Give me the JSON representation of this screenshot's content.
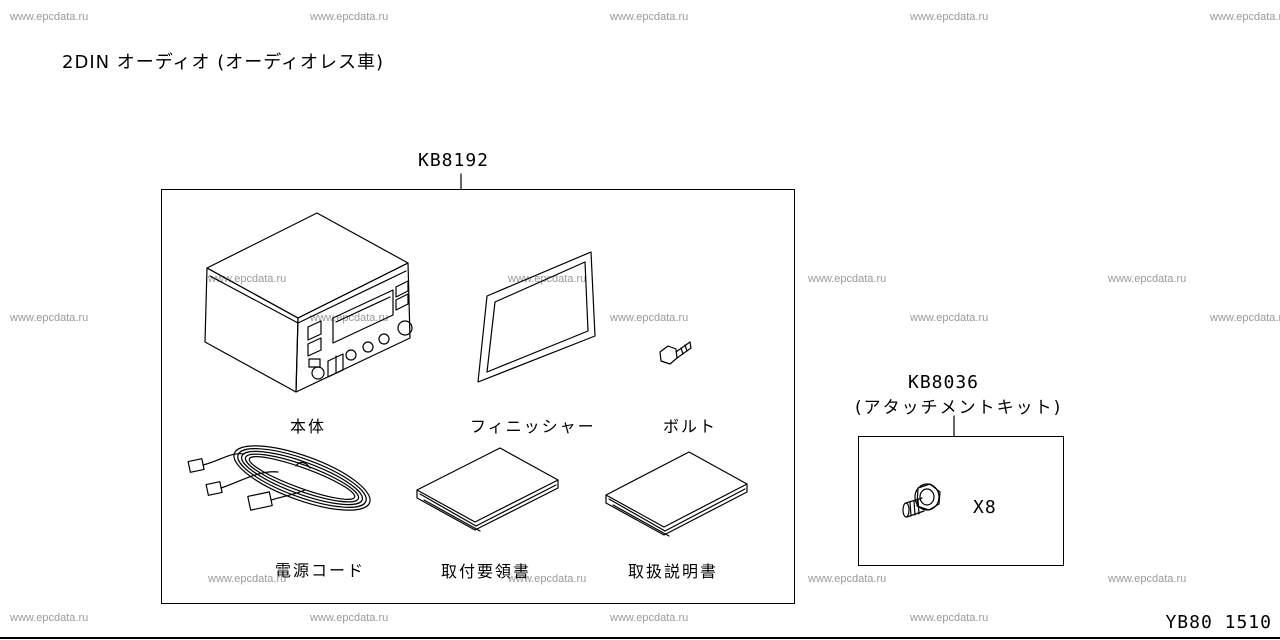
{
  "watermark": "www.epcdata.ru",
  "title": "2DIN オーディオ (オーディオレス車)",
  "kit_main": {
    "code": "KB8192",
    "items": {
      "head_unit": "本体",
      "finisher": "フィニッシャー",
      "bolt": "ボルト",
      "power_cord": "電源コード",
      "install_guide": "取付要領書",
      "owner_manual": "取扱説明書"
    }
  },
  "kit_attach": {
    "code": "KB8036",
    "name": "(アタッチメントキット)",
    "quantity": "X8"
  },
  "diagram_id": "YB80 1510",
  "colors": {
    "line": "#000000",
    "watermark": "#9a9a9a"
  }
}
